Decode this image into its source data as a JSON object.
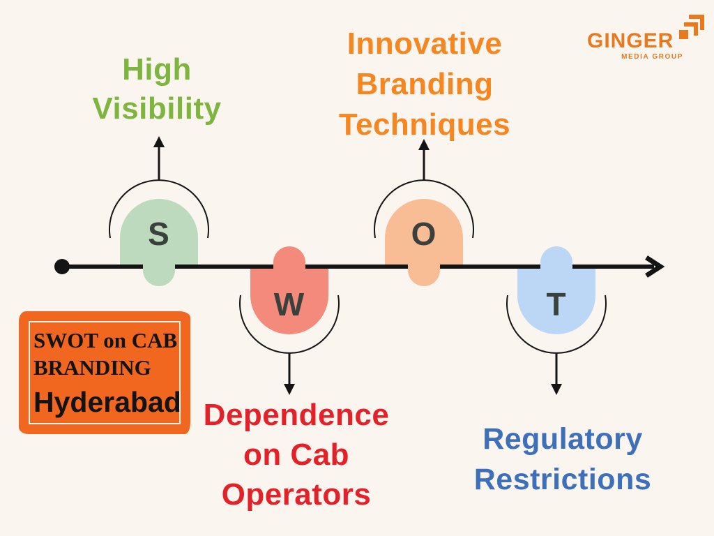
{
  "page": {
    "background_color": "#faf5ef"
  },
  "logo": {
    "name": "GINGER",
    "tagline": "MEDIA GROUP",
    "color": "#e8791f",
    "icon": "corner-steps-icon"
  },
  "badge": {
    "lines": [
      "SWOT on CAB",
      "BRANDING",
      "Hyderabad"
    ],
    "bg_color": "#f2671f",
    "inner_border_color": "#fbf3e8",
    "text_color": "#131313"
  },
  "timeline": {
    "color": "#141414",
    "start_cap": "dot",
    "end_cap": "arrowhead-right"
  },
  "letter_color": "#3a403c",
  "swot": {
    "s": {
      "letter": "S",
      "lines": [
        "High",
        "Visibility"
      ],
      "pill_color": "#bdd9be",
      "label_color": "#7eb53f",
      "side": "above"
    },
    "w": {
      "letter": "W",
      "lines": [
        "Dependence",
        "on Cab",
        "Operators"
      ],
      "pill_color": "#f48a7c",
      "label_color": "#e42128",
      "side": "below"
    },
    "o": {
      "letter": "O",
      "lines": [
        "Innovative",
        "Branding",
        "Techniques"
      ],
      "pill_color": "#f9bd96",
      "label_color": "#f6861f",
      "side": "above"
    },
    "t": {
      "letter": "T",
      "lines": [
        "Regulatory",
        "Restrictions"
      ],
      "pill_color": "#bcd6f6",
      "label_color": "#3d6fba",
      "side": "below"
    }
  }
}
